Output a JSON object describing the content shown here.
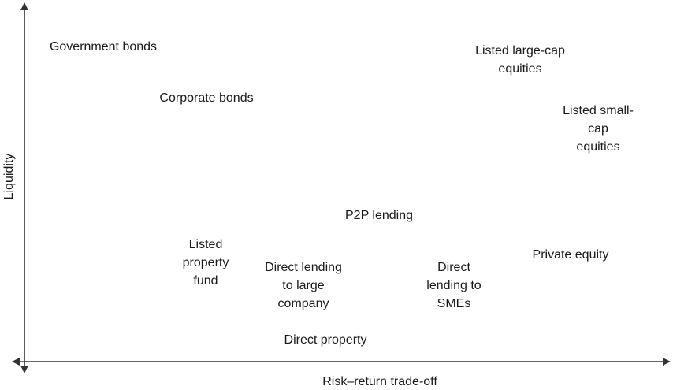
{
  "axes": {
    "x_label": "Risk–return trade-off",
    "y_label": "Liquidity",
    "color": "#333333"
  },
  "items": {
    "government_bonds": "Government bonds",
    "corporate_bonds": "Corporate bonds",
    "listed_large_cap": "Listed large-cap\nequities",
    "listed_small_cap": "Listed small-cap\nequities",
    "p2p_lending": "P2P lending",
    "listed_property_fund": "Listed\nproperty\nfund",
    "direct_lending_large": "Direct lending\nto large\ncompany",
    "direct_lending_smes": "Direct\nlending to\nSMEs",
    "private_equity": "Private equity",
    "direct_property": "Direct property"
  }
}
